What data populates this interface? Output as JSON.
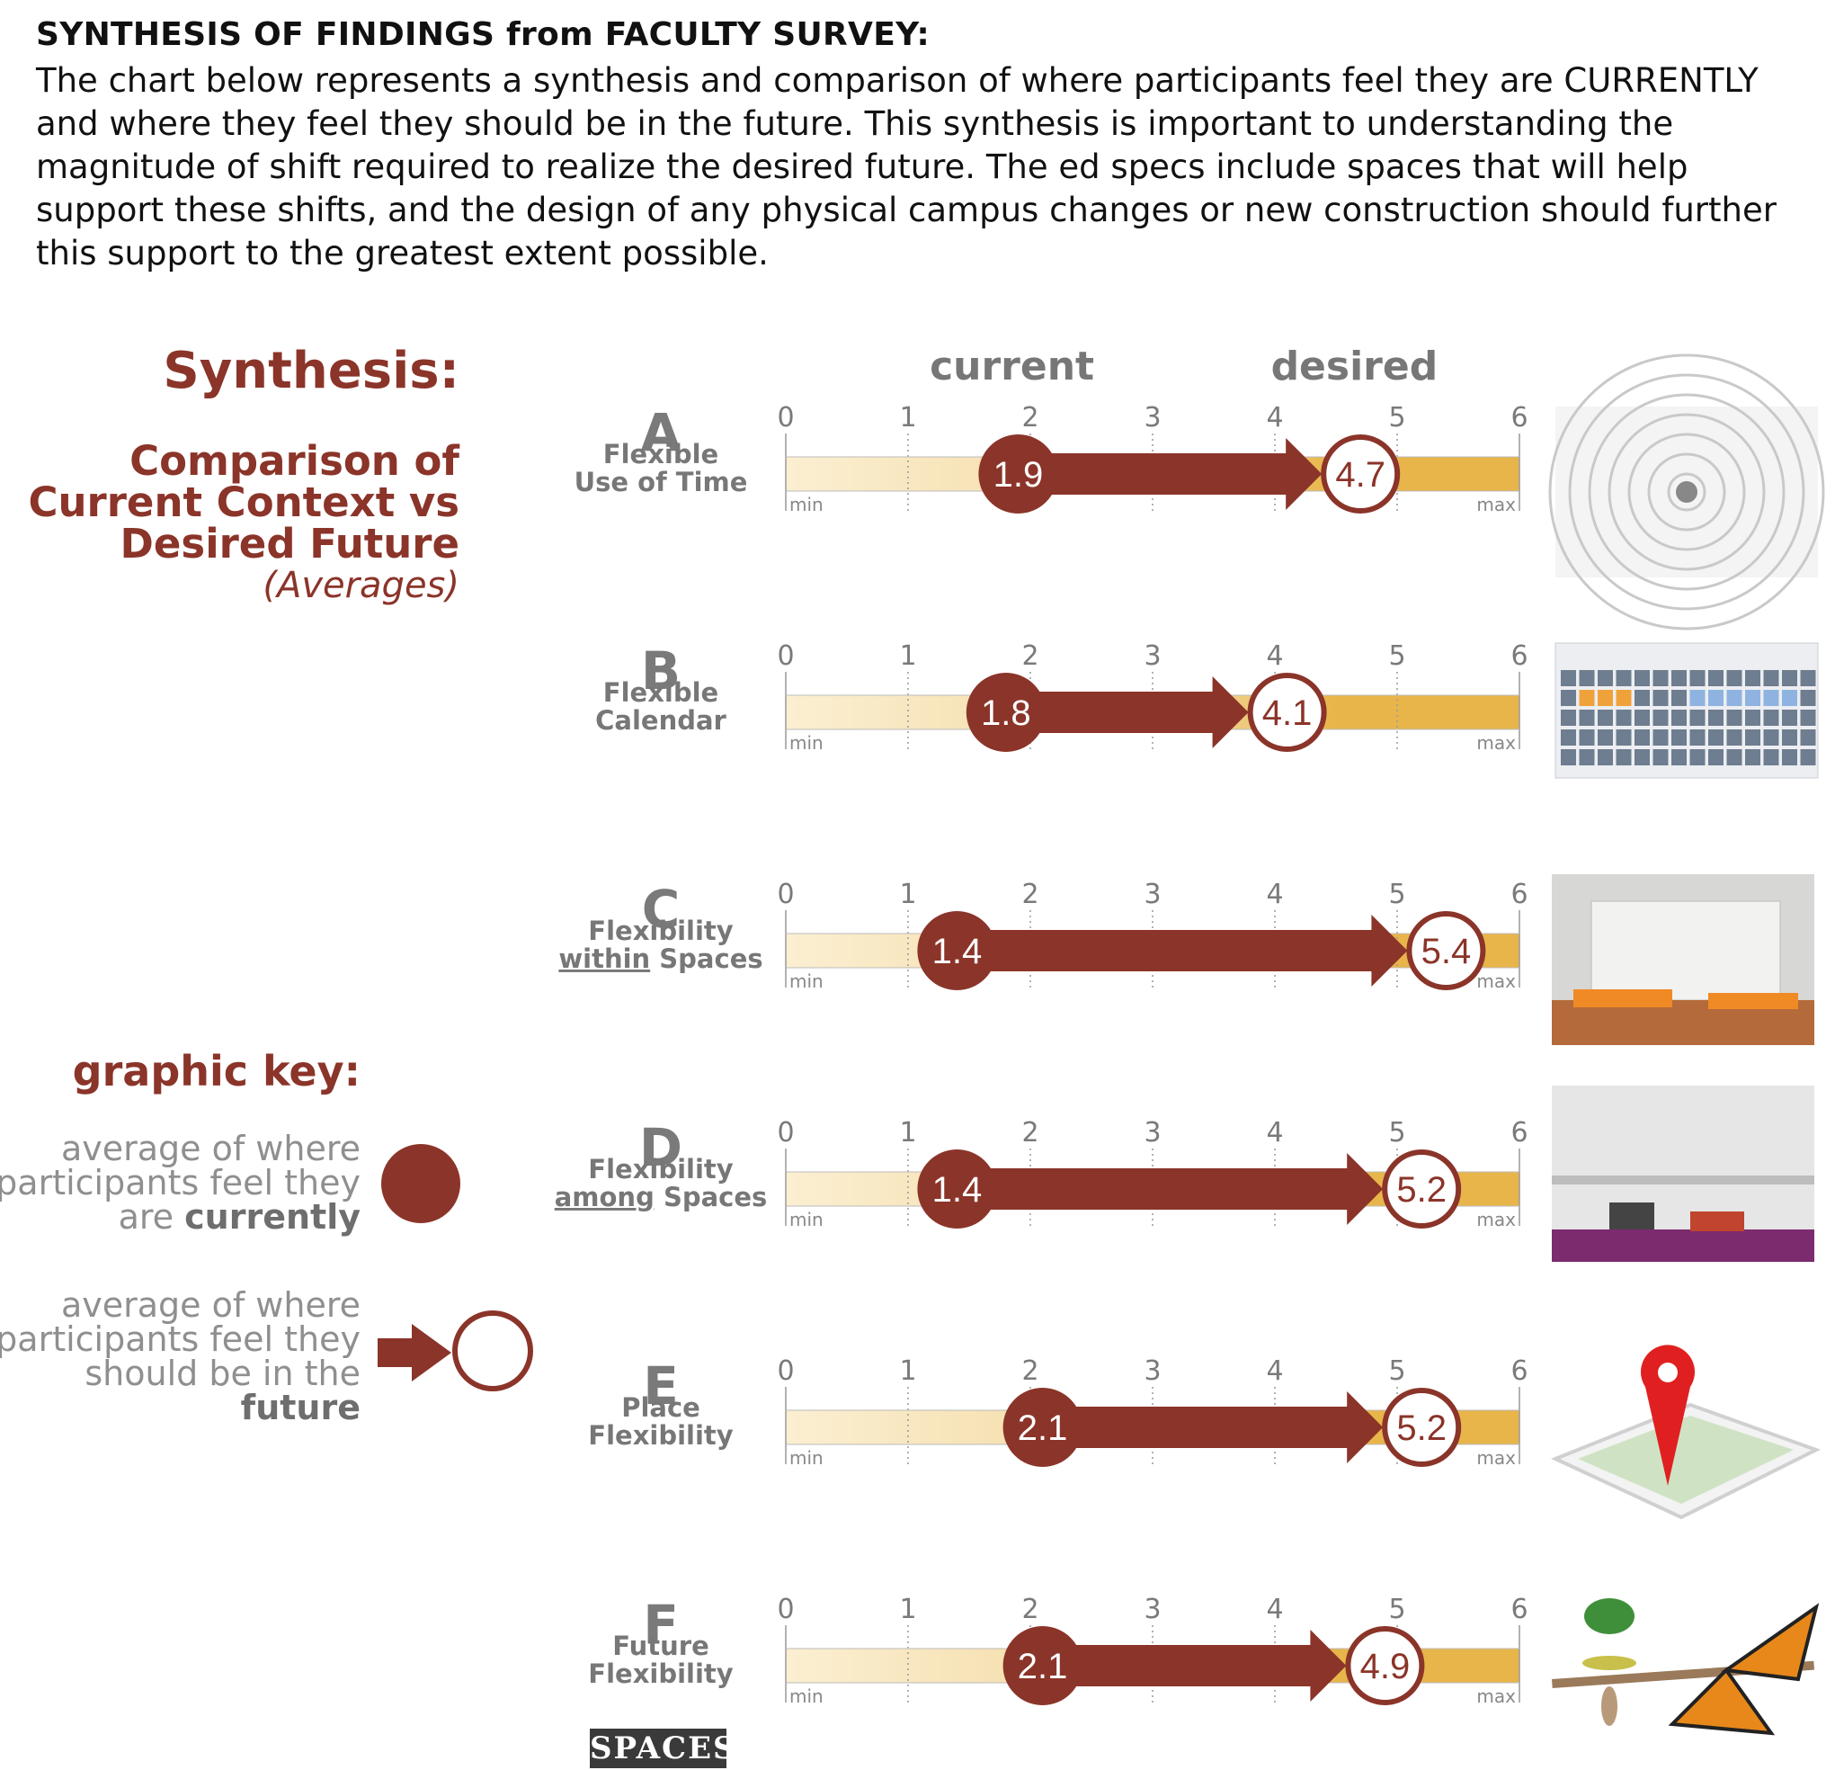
{
  "header": {
    "title": "SYNTHESIS OF FINDINGS from FACULTY SURVEY:",
    "intro": "The chart below represents a synthesis and comparison of where participants feel they are CURRENTLY and where they feel they should be in the future.  This synthesis is important to understanding the magnitude of shift required to realize the desired future.  The ed specs include spaces that will help support these shifts, and the design of any physical campus changes or new construction should further this support to the greatest extent possible."
  },
  "synthesis": {
    "title": "Synthesis:",
    "line1": "Comparison of",
    "line2": "Current Context  vs",
    "line3": "Desired Future",
    "averages": "(Averages)"
  },
  "key": {
    "title": "graphic key:",
    "current_l1": "average of where",
    "current_l2": "participants feel they",
    "current_l3a": "are ",
    "current_l3b": "currently",
    "future_l1": "average of where",
    "future_l2": "participants feel they",
    "future_l3": "should be in the",
    "future_l4": "future"
  },
  "logo": {
    "text": "SPACES"
  },
  "colors": {
    "accent": "#8b3429",
    "bar_light": "#fbefd2",
    "bar_dark": "#e8b54a",
    "grid": "#999999",
    "tick_label": "#7a7a7a",
    "row_label": "#777777"
  },
  "chart_data": {
    "type": "dumbbell",
    "xlim": [
      0,
      6
    ],
    "ticks": [
      "0",
      "1",
      "2",
      "3",
      "4",
      "5",
      "6"
    ],
    "min_label": "min",
    "max_label": "max",
    "column_headers": {
      "current": "current",
      "desired": "desired"
    },
    "rows": [
      {
        "letter": "A",
        "label_line1": "Flexible",
        "label_line2": "Use of Time",
        "current": 1.9,
        "desired": 4.7,
        "current_label": "1.9",
        "desired_label": "4.7",
        "image": "spiral-clock-icon"
      },
      {
        "letter": "B",
        "label_line1": "Flexible",
        "label_line2": "Calendar",
        "current": 1.8,
        "desired": 4.1,
        "current_label": "1.8",
        "desired_label": "4.1",
        "image": "calendar-icon"
      },
      {
        "letter": "C",
        "label_line1": "Flexibility",
        "label_line2a": "within",
        "label_line2b": " Spaces",
        "current": 1.4,
        "desired": 5.4,
        "current_label": "1.4",
        "desired_label": "5.4",
        "image": "classroom-photo-icon"
      },
      {
        "letter": "D",
        "label_line1": "Flexibility",
        "label_line2a": "among",
        "label_line2b": " Spaces",
        "current": 1.4,
        "desired": 5.2,
        "current_label": "1.4",
        "desired_label": "5.2",
        "image": "building-interior-icon"
      },
      {
        "letter": "E",
        "label_line1": "Place",
        "label_line2": "Flexibility",
        "current": 2.1,
        "desired": 5.2,
        "current_label": "2.1",
        "desired_label": "5.2",
        "image": "map-pin-tablet-icon"
      },
      {
        "letter": "F",
        "label_line1": "Future",
        "label_line2": "Flexibility",
        "current": 2.1,
        "desired": 4.9,
        "current_label": "2.1",
        "desired_label": "4.9",
        "image": "butterfly-metamorphosis-icon"
      }
    ]
  }
}
